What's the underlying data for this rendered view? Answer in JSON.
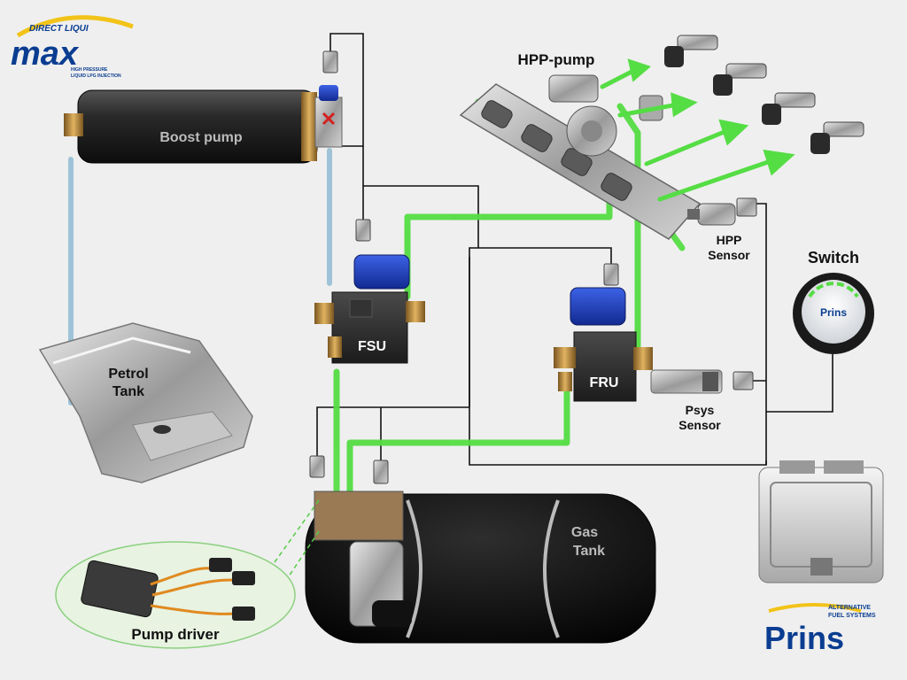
{
  "logos": {
    "max_top": "DIRECT LIQUI",
    "max_main": "max",
    "max_tag1": "HIGH PRESSURE",
    "max_tag2": "LIQUID LPG INJECTION",
    "prins_tag1": "ALTERNATIVE",
    "prins_tag2": "FUEL SYSTEMS",
    "prins_main": "Prins"
  },
  "labels": {
    "boost_pump": "Boost pump",
    "hpp_pump": "HPP-pump",
    "hpp_sensor_1": "HPP",
    "hpp_sensor_2": "Sensor",
    "switch": "Switch",
    "switch_brand": "Prins",
    "petrol_tank_1": "Petrol",
    "petrol_tank_2": "Tank",
    "fsu": "FSU",
    "fru": "FRU",
    "psys_sensor_1": "Psys",
    "psys_sensor_2": "Sensor",
    "gas_tank_1": "Gas",
    "gas_tank_2": "Tank",
    "pump_driver": "Pump driver"
  },
  "colors": {
    "fuel_line": "#55dd44",
    "signal_wire": "#111111",
    "petrol_line": "#9ec3d8",
    "solenoid_blue": "#1f3db8",
    "brass": "#b98a3e",
    "logo_blue": "#0a3d91",
    "logo_yellow": "#f2c318"
  }
}
